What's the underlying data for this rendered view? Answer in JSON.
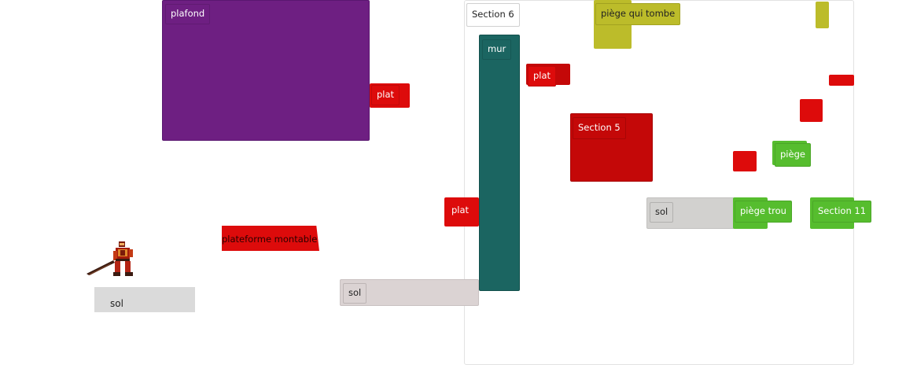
{
  "colors": {
    "plafond": "#6e1f82",
    "plat": "#dd0b0b",
    "mur": "#1b6561",
    "sol_gray": "#d2d1cf",
    "sol_pink": "#dbd3d3",
    "sol_light": "#dadada",
    "piege_qui_tombe": "#bcbc2a",
    "piege_green": "#56bd2e",
    "section_frame": "#e2e2e2"
  },
  "labels": {
    "plafond": "plafond",
    "plat": "plat",
    "plateforme_montable": "plateforme montable",
    "sol": "sol",
    "mur": "mur",
    "section6": "Section 6",
    "section5": "Section 5",
    "section11": "Section 11",
    "piege_qui_tombe": "piège qui tombe",
    "piege": "piège",
    "piege_trou": "piège trou"
  },
  "icons": {
    "hero": "warrior-sprite-icon"
  }
}
